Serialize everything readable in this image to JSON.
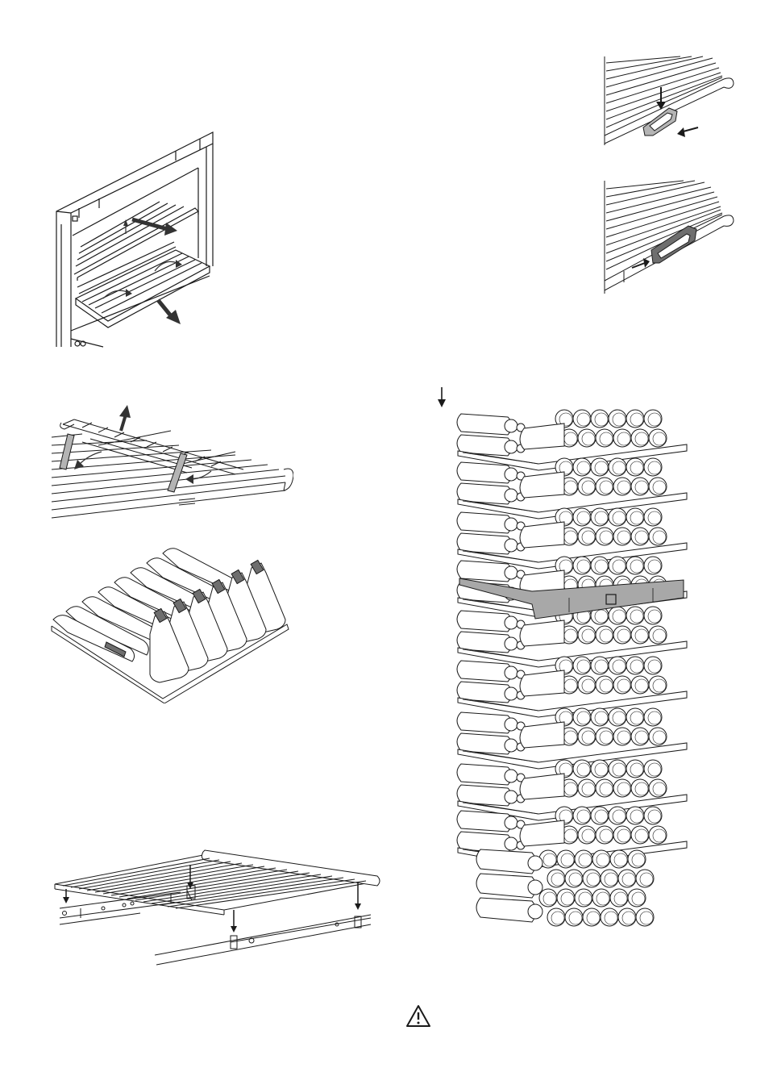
{
  "page": {
    "background": "#ffffff",
    "line_color": "#1a1a1a",
    "accent_gray": "#a8a8a8",
    "dark_gray": "#6e6e6e"
  },
  "figures": [
    {
      "id": "cabinet-shelf-removal",
      "icon": "cabinet-shelf-removal-illustration"
    },
    {
      "id": "shelf-clip-press",
      "icon": "shelf-clip-press-illustration"
    },
    {
      "id": "shelf-clip-slide",
      "icon": "shelf-clip-slide-illustration"
    },
    {
      "id": "bottle-rack-lift",
      "icon": "bottle-rack-lift-illustration"
    },
    {
      "id": "angled-bottle-display",
      "icon": "angled-bottle-display-illustration"
    },
    {
      "id": "shelf-rail-mounting",
      "icon": "shelf-rail-mounting-illustration"
    },
    {
      "id": "stacked-bottle-storage",
      "icon": "stacked-bottle-storage-illustration"
    }
  ],
  "icons": {
    "down_arrow": "down-arrow-icon",
    "warning": "warning-triangle-icon"
  }
}
